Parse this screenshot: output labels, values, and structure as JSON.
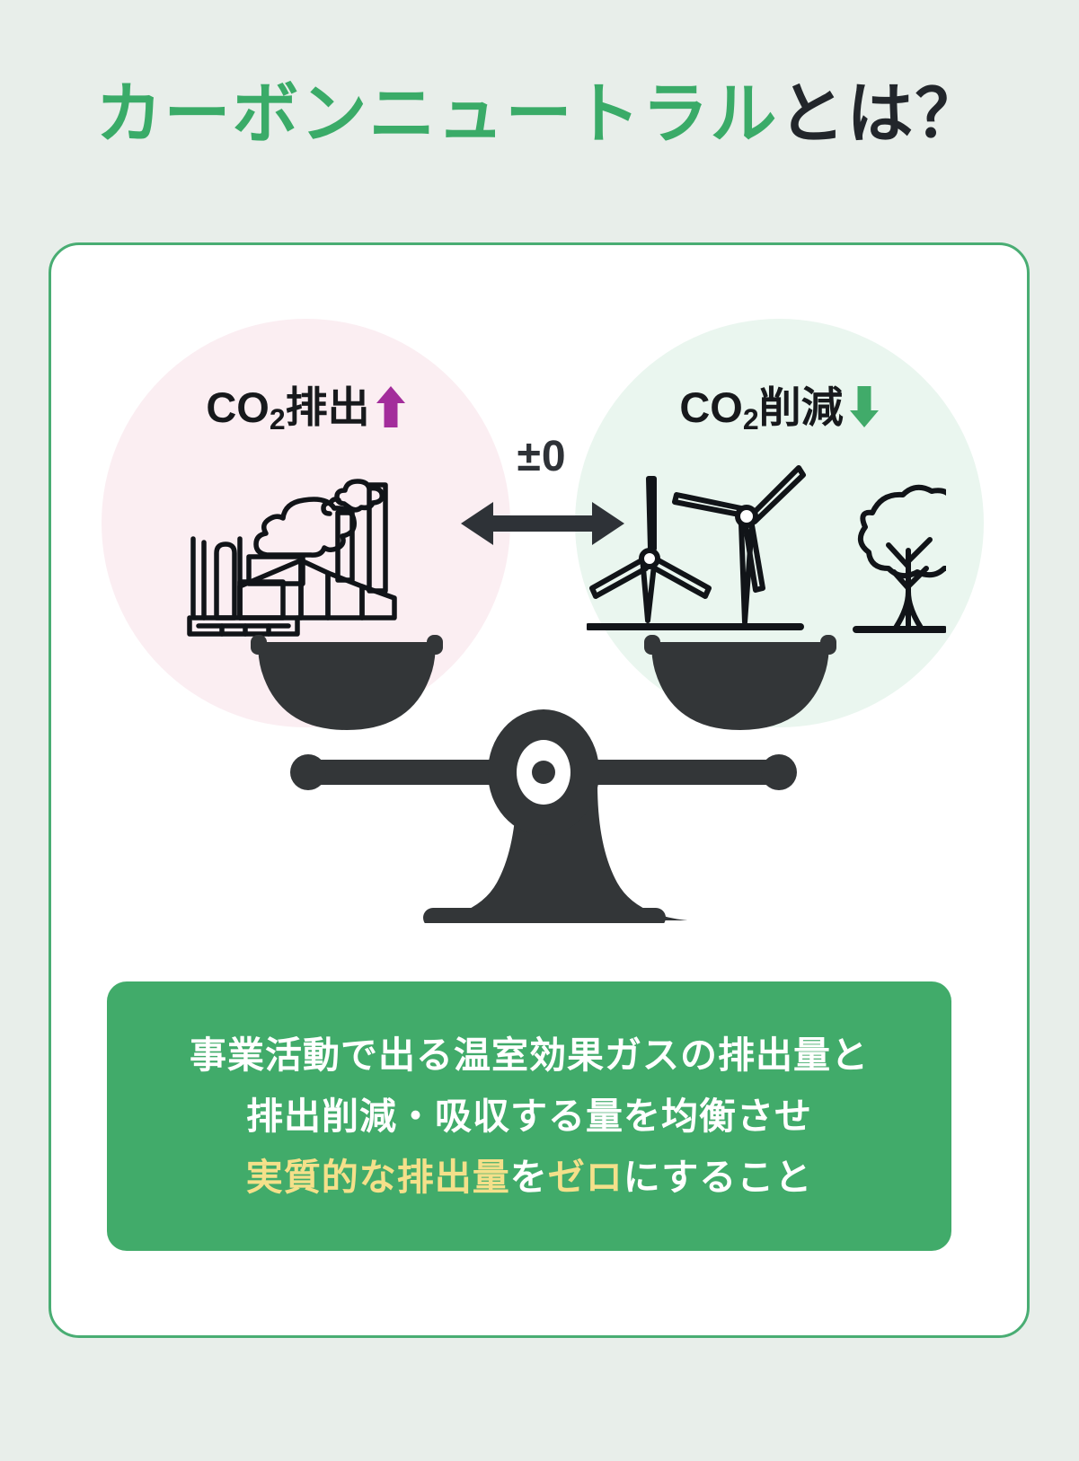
{
  "page": {
    "background_color": "#e8eeea",
    "title_parts": {
      "green": "カーボンニュートラル",
      "dark": "とは？"
    },
    "title_full": "カーボンニュートラルとは？"
  },
  "card": {
    "background_color": "#ffffff",
    "border_color": "#49ad73"
  },
  "diagram": {
    "left_panel": {
      "circle_color": "#fbeef2",
      "label_text": "CO",
      "label_subscript": "2",
      "label_suffix": "排出",
      "label_full": "CO₂排出",
      "arrow_icon": "arrow-up-icon",
      "arrow_direction": "up",
      "arrow_color": "#a32d9b",
      "artwork": "factory-icon",
      "artwork_description": "factory with smokestacks and smoke clouds"
    },
    "right_panel": {
      "circle_color": "#eaf6ef",
      "label_text": "CO",
      "label_subscript": "2",
      "label_suffix": "削減",
      "label_full": "CO₂削減",
      "arrow_icon": "arrow-down-icon",
      "arrow_direction": "down",
      "arrow_color": "#41ab6a",
      "artwork": "renewables-icon",
      "artwork_description": "two wind turbines and a tree"
    },
    "center": {
      "balance_value": "±0",
      "balance_arrow_icon": "double-headed-horizontal-arrow-icon"
    },
    "scale": {
      "icon": "balance-scale-icon",
      "color": "#333638",
      "state": "balanced"
    }
  },
  "summary": {
    "background_color": "#41ab6a",
    "highlight_color": "#f4e08a",
    "lines": [
      {
        "text": "事業活動で出る温室効果ガスの排出量と",
        "highlight": false
      },
      {
        "text": "排出削減・吸収する量を均衡させ",
        "highlight": false
      }
    ],
    "line3": {
      "part1": "実質的な排出量",
      "part2": "を",
      "part3": "ゼロ",
      "part4": "にすること",
      "full": "実質的な排出量をゼロにすること"
    }
  }
}
